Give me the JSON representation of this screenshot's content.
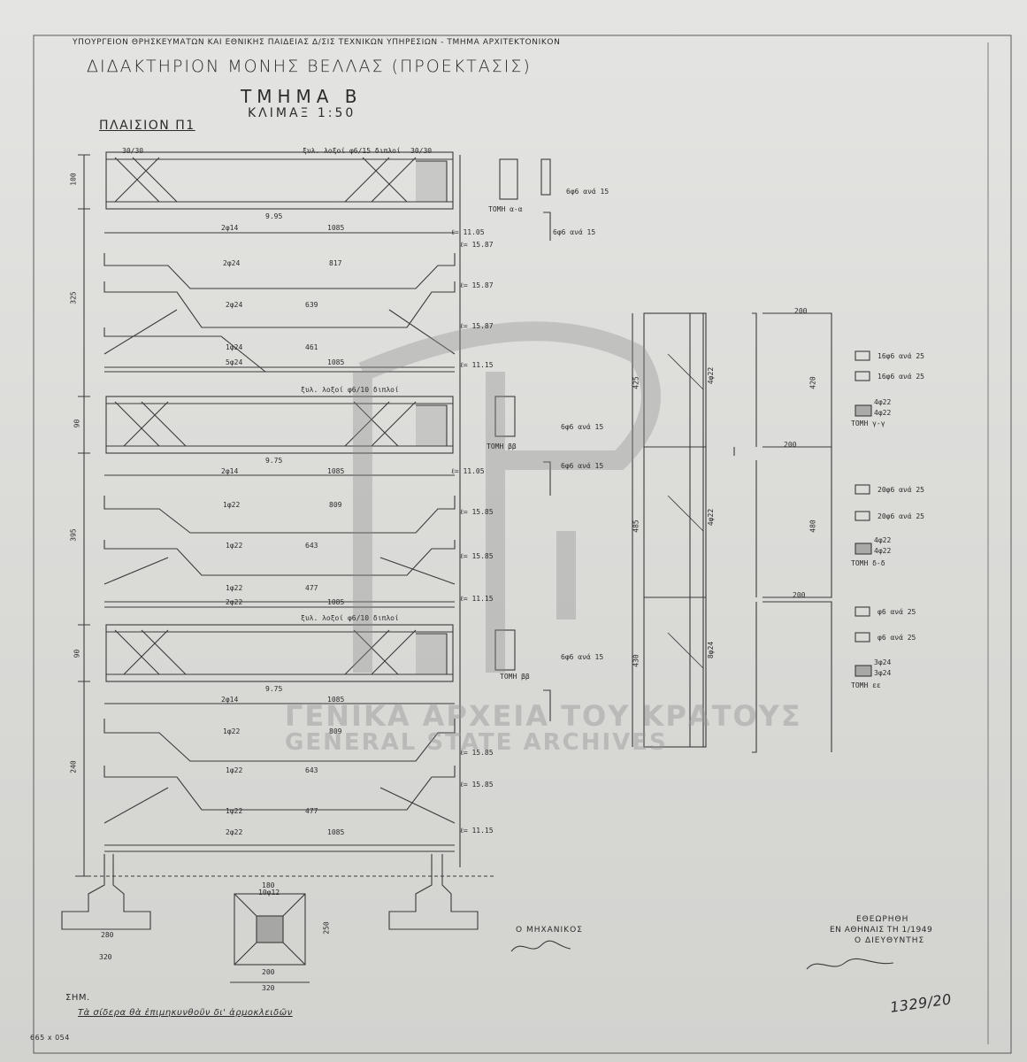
{
  "header": {
    "ministry": "ΥΠΟΥΡΓΕΙΟΝ ΘΡΗΣΚΕΥΜΑΤΩΝ ΚΑΙ ΕΘΝΙΚΗΣ ΠΑΙΔΕΙΑΣ  Δ/ΣΙΣ ΤΕΧΝΙΚΩΝ ΥΠΗΡΕΣΙΩΝ - ΤΜΗΜΑ ΑΡΧΙΤΕΚΤΟΝΙΚΟΝ",
    "title": "ΔΙΔΑΚΤΗΡΙΟΝ ΜΟΝΗΣ ΒΕΛΛΑΣ (ΠΡΟΕΚΤΑΣΙΣ)",
    "section": "ΤΜΗΜΑ Β",
    "scale": "ΚΛΙΜΑΞ 1:50",
    "frame": "ΠΛΑΙΣΙΟΝ Π1"
  },
  "labels": {
    "beam_top_note": "ξυλ. λοξοί φ6/15 διπλοί",
    "beam_mid_note": "ξυλ. λοξοί φ6/10 διπλοί",
    "beam_low_note": "ξυλ. λοξοί φ6/10 διπλοί",
    "span1": "9.95",
    "span2": "9.75",
    "span3": "9.75",
    "bar_2f14": "2φ14",
    "bar_2f24": "2φ24",
    "bar_1f24": "1φ24",
    "bar_5f24": "5φ24",
    "bar_1f22": "1φ22",
    "bar_2f22": "2φ22",
    "len_1085": "1085",
    "len_817": "817",
    "len_639": "639",
    "len_461": "461",
    "len_809": "809",
    "len_643": "643",
    "len_477": "477",
    "dim_30_30": "30/30",
    "dim_325": "325",
    "dim_395": "395",
    "dim_240": "240",
    "dim_90": "90",
    "dim_100": "100",
    "e_1105": "ℓ= 11.05",
    "e_1587": "ℓ= 15.87",
    "e_1115": "ℓ= 11.15",
    "e_1585": "ℓ= 15.85",
    "section_aa": "ΤΟΜΗ α-α",
    "section_bb": "ΤΟΜΗ ββ",
    "section_bb2": "ΤΟΜΗ ββ",
    "section_gg": "ΤΟΜΗ γ-γ",
    "section_dd": "ΤΟΜΗ δ-δ",
    "section_ee": "ΤΟΜΗ εε",
    "stirrup1": "6φ6 ανά 15",
    "stirrup2": "6φ6 ανά 15",
    "stirrup3": "6φ6 ανά 15",
    "stirrup4": "6φ6 ανά 15",
    "stirrup5": "6φ6 ανά 15",
    "col_dim_425": "425",
    "col_dim_485": "485",
    "col_dim_430": "430",
    "col_4f22": "4φ22",
    "col_4f22b": "4φ22",
    "col_8f24": "8φ24",
    "col_200": "200",
    "col_420": "420",
    "col_480": "480",
    "gg_1": "16φ6 ανά 25",
    "gg_2": "16φ6 ανά 25",
    "gg_3": "4φ22",
    "gg_4": "4φ22",
    "dd_1": "20φ6 ανά 25",
    "dd_2": "20φ6 ανά 25",
    "dd_3": "4φ22",
    "dd_4": "4φ22",
    "ee_1": "φ6 ανά 25",
    "ee_2": "φ6 ανά 25",
    "ee_3": "3φ24",
    "ee_4": "3φ24",
    "foot_280": "280",
    "foot_320": "320",
    "foot_320b": "320",
    "foot_180": "180",
    "foot_10f12": "10φ12",
    "foot_200": "200",
    "foot_250": "250"
  },
  "watermark": {
    "line1": "ΓΕΝΙΚΑ ΑΡΧΕΙΑ ΤΟΥ ΚΡΑΤΟΥΣ",
    "line2": "GENERAL STATE ARCHIVES"
  },
  "notes": {
    "note_label": "ΣΗΜ.",
    "note_text": "Τὰ σίδερα θὰ ἐπιμηκυνθοῦν δι' ἀρμοκλειδῶν"
  },
  "signatures": {
    "engineer": "Ο ΜΗΧΑΝΙΚΟΣ",
    "approval": "ΕΘΕΩΡΗΘΗ",
    "place_date": "ΕΝ ΑΘΗΝΑΙΣ ΤΗ 1/1949",
    "director": "Ο ΔΙΕΥΘΥΝΤΗΣ",
    "sheet_number": "1329/20",
    "footer_code": "665 x 054"
  }
}
